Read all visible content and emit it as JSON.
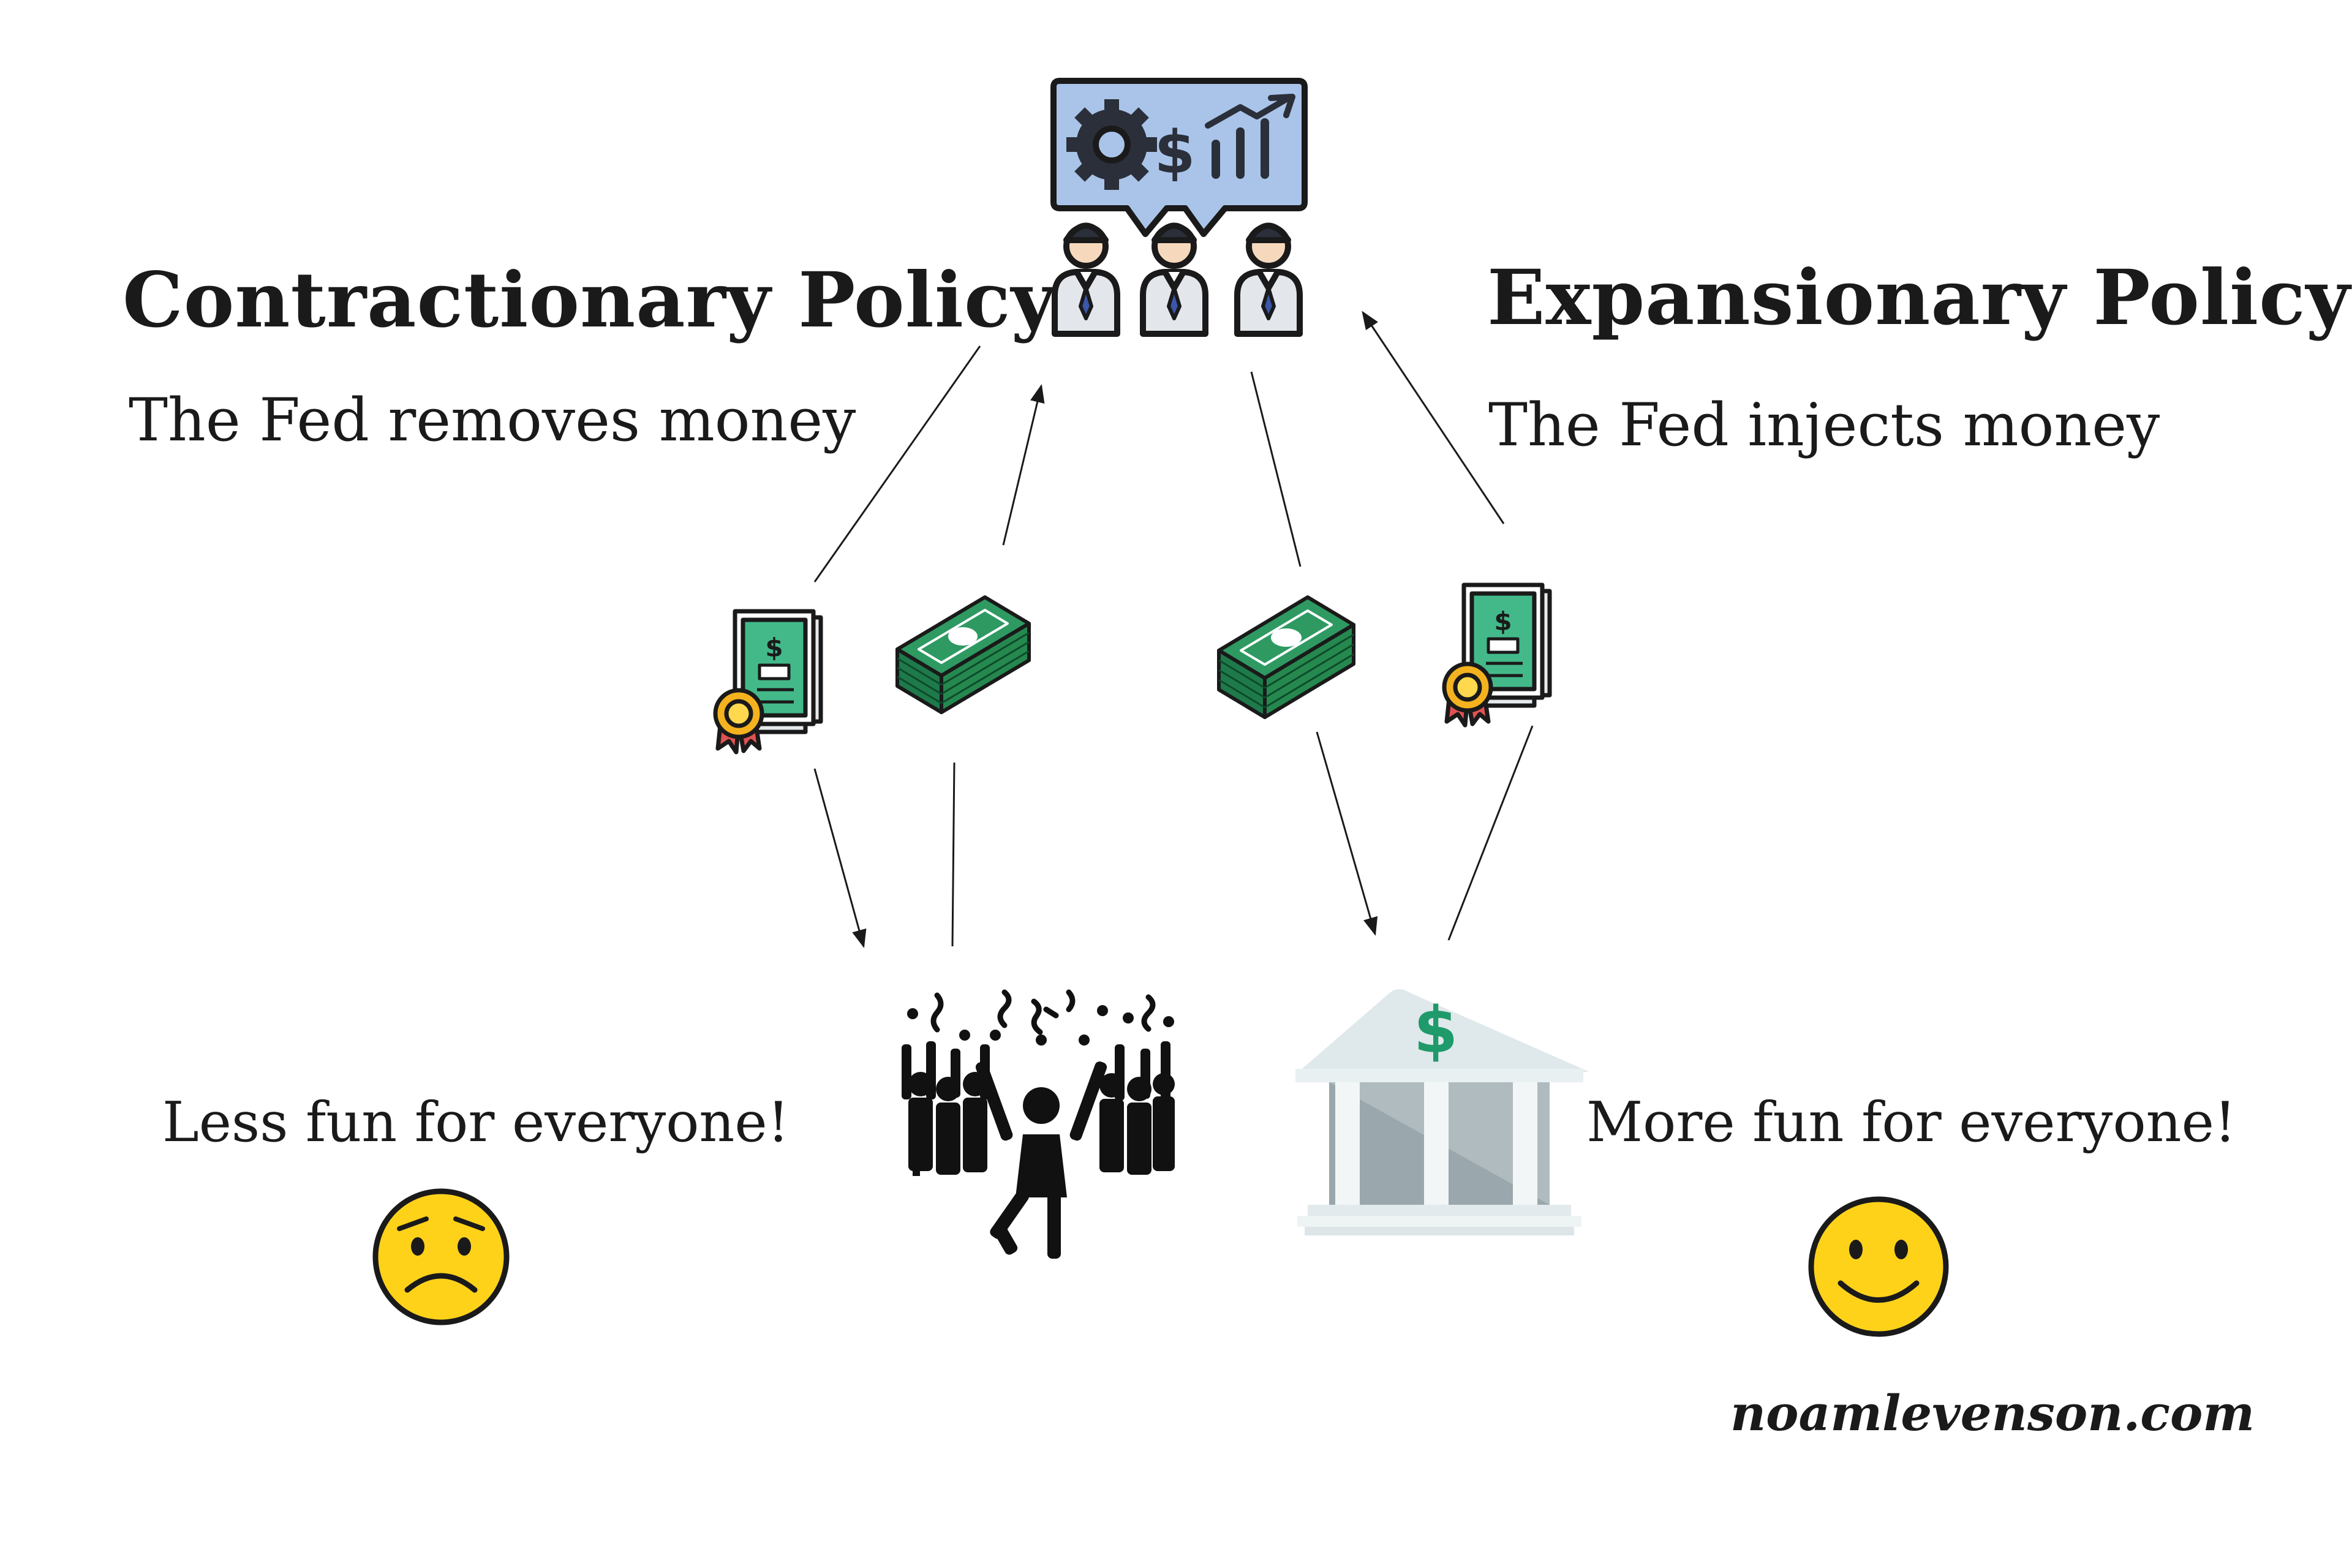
{
  "left": {
    "heading": "Contractionary Policy",
    "subheading": "The Fed removes money",
    "outcome": "Less fun for everyone!"
  },
  "right": {
    "heading": "Expansionary Policy",
    "subheading": "The Fed injects money",
    "outcome": "More fun for everyone!"
  },
  "credit": "noamlevenson.com",
  "icons": {
    "fed": "fed-board-presentation-icon",
    "bond": "bond-certificate-icon",
    "cash": "cash-stack-icon",
    "crowd": "celebrating-crowd-icon",
    "bank": "bank-building-icon",
    "sad": "sad-face-icon",
    "happy": "smiley-face-icon"
  },
  "colors": {
    "money_green": "#2e9a62",
    "money_dark": "#1e7a4a",
    "board_blue": "#a9c4e8",
    "emoji_yellow": "#ffd21a",
    "bank_grey": "#9aa8ad",
    "ink": "#1a1a1a"
  }
}
